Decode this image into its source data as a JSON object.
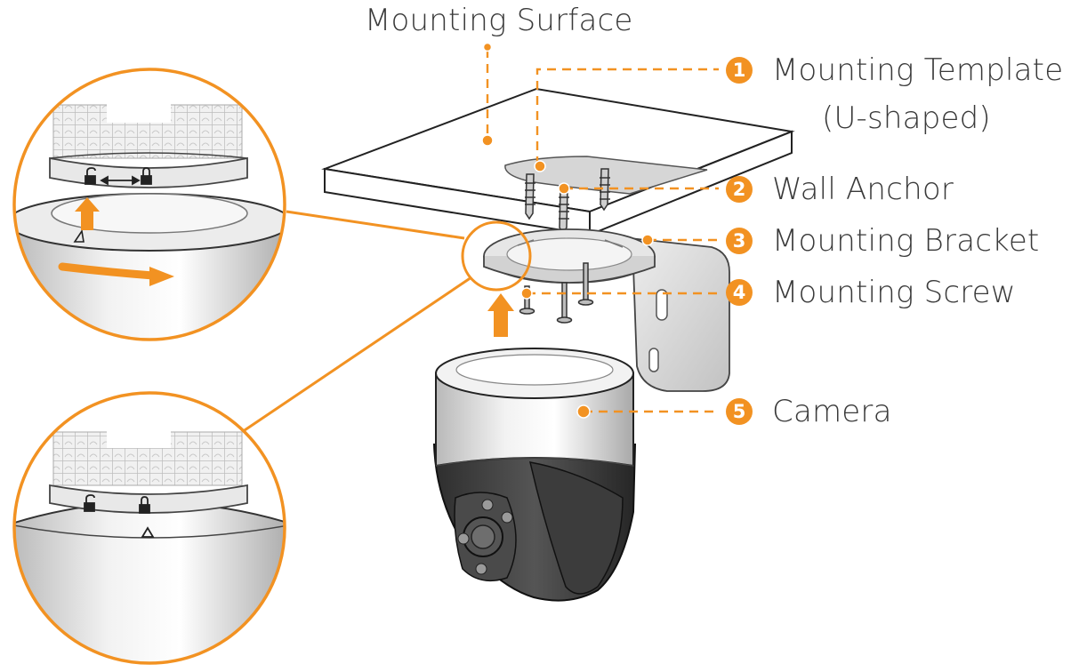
{
  "diagram": {
    "surface_label": "Mounting Surface",
    "accent_color": "#f29222",
    "callouts": [
      {
        "number": "1",
        "label": "Mounting Template",
        "label_line2": "(U-shaped)"
      },
      {
        "number": "2",
        "label": "Wall Anchor"
      },
      {
        "number": "3",
        "label": "Mounting Bracket"
      },
      {
        "number": "4",
        "label": "Mounting Screw"
      },
      {
        "number": "5",
        "label": "Camera"
      }
    ],
    "icons": [
      "unlock-icon",
      "lock-icon",
      "triangle-marker-icon",
      "up-arrow-icon",
      "rotate-arrow-icon"
    ]
  }
}
